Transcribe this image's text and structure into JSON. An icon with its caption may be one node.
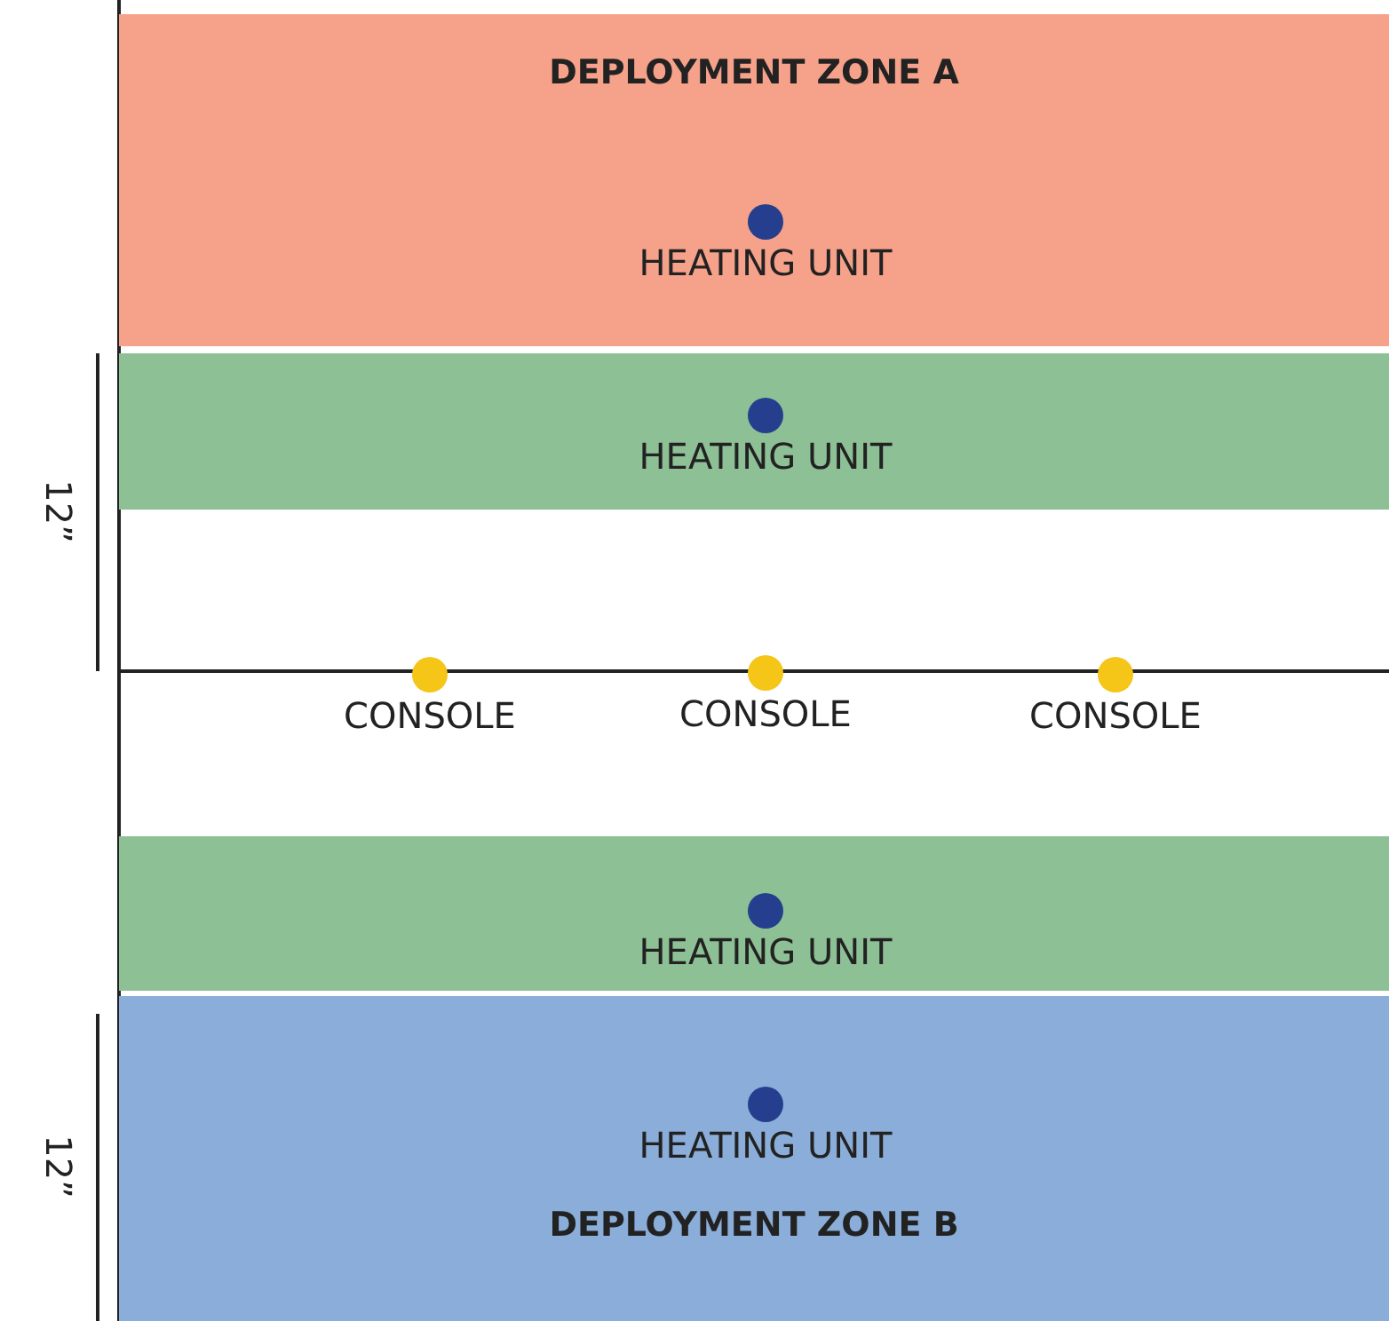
{
  "diagram": {
    "nodes": [
      {
        "text": [
          "DEPLOYMENT ZONE A"
        ]
      },
      {
        "text": [],
        "shape": "circle",
        "beside": [
          "HEATING UNIT"
        ],
        "in": 0
      },
      {
        "text": [],
        "shape": "bar"
      },
      {
        "text": [],
        "shape": "circle",
        "beside": [
          "HEATING UNIT"
        ],
        "in": 2
      },
      {
        "text": [],
        "shape": "circle",
        "beside": [
          "CONSOLE"
        ]
      },
      {
        "text": [],
        "shape": "circle",
        "beside": [
          "CONSOLE"
        ]
      },
      {
        "text": [],
        "shape": "circle",
        "beside": [
          "CONSOLE"
        ]
      },
      {
        "text": [],
        "shape": "bar"
      },
      {
        "text": [],
        "shape": "circle",
        "beside": [
          "HEATING UNIT"
        ],
        "in": 7
      },
      {
        "text": [
          "DEPLOYMENT ZONE B"
        ]
      },
      {
        "text": [],
        "shape": "circle",
        "beside": [
          "HEATING UNIT"
        ],
        "in": 9
      }
    ],
    "edges": [],
    "labels": [
      "12”",
      "12”"
    ]
  }
}
